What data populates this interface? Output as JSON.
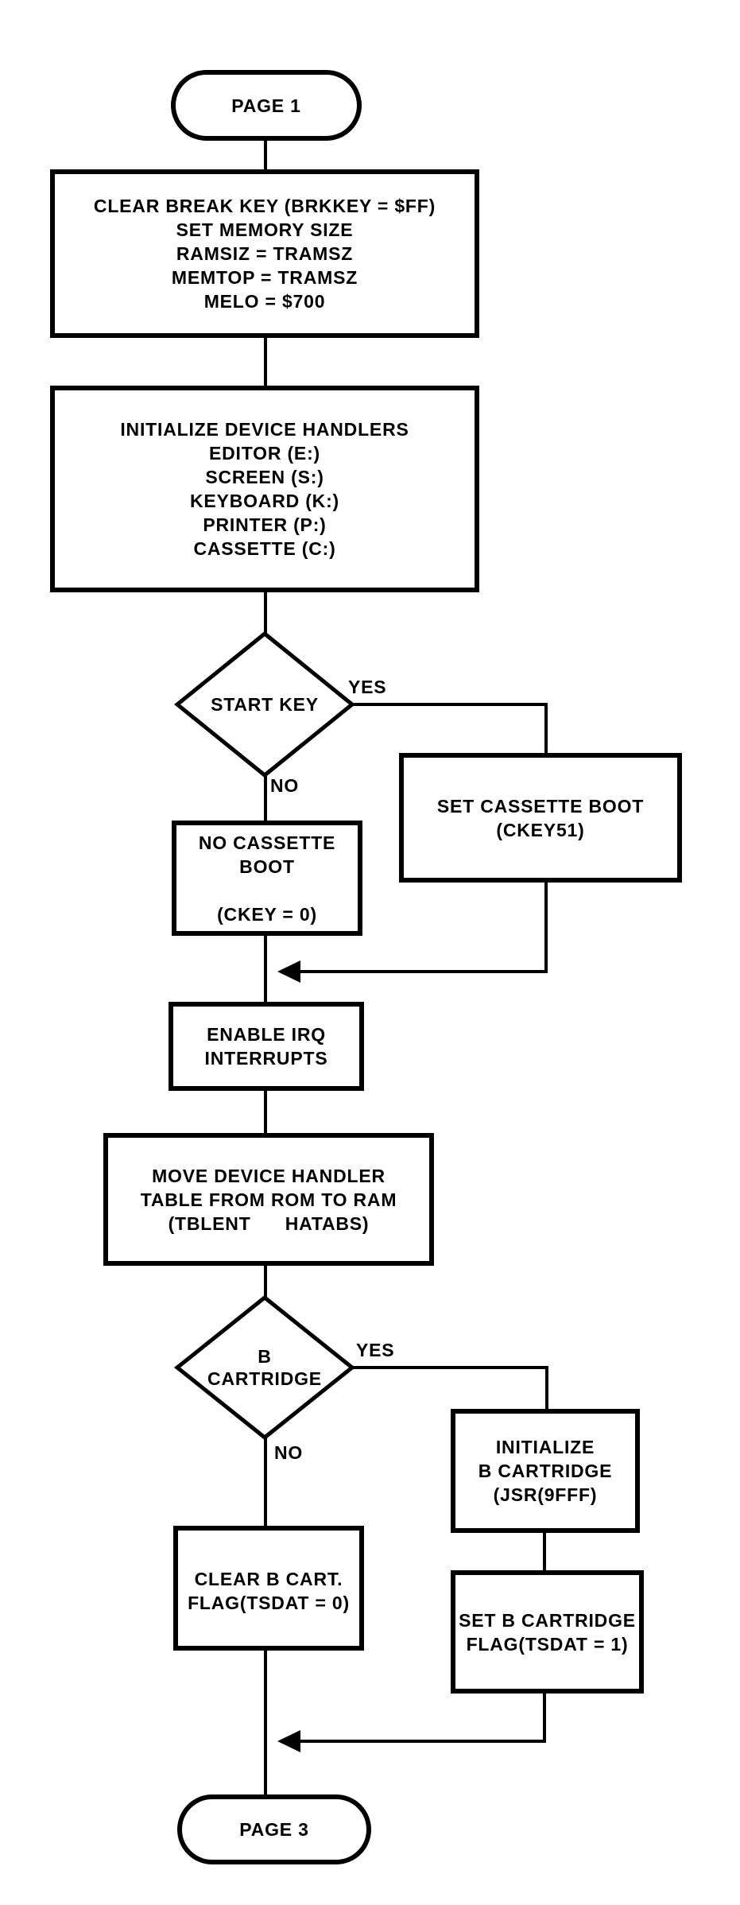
{
  "flowchart": {
    "entry_terminal": {
      "label": "PAGE 1"
    },
    "exit_terminal": {
      "label": "PAGE 3"
    },
    "process_clear_break": {
      "lines": [
        "CLEAR BREAK KEY (BRKKEY = $FF)",
        "SET MEMORY SIZE",
        "RAMSIZ = TRAMSZ",
        "MEMTOP = TRAMSZ",
        "MELO = $700"
      ]
    },
    "process_init_handlers": {
      "lines": [
        "INITIALIZE DEVICE HANDLERS",
        "EDITOR (E:)",
        "SCREEN (S:)",
        "KEYBOARD (K:)",
        "PRINTER (P:)",
        "CASSETTE (C:)"
      ]
    },
    "decision_start_key": {
      "label": "START KEY",
      "yes_label": "YES",
      "no_label": "NO"
    },
    "process_set_cassette": {
      "lines": [
        "SET CASSETTE BOOT",
        "(CKEY51)"
      ]
    },
    "process_no_cassette": {
      "lines": [
        "NO CASSETTE",
        "BOOT",
        "",
        "(CKEY = 0)"
      ]
    },
    "process_enable_irq": {
      "lines": [
        "ENABLE IRQ",
        "INTERRUPTS"
      ]
    },
    "process_move_table": {
      "lines": [
        "MOVE DEVICE HANDLER",
        "TABLE FROM ROM TO RAM",
        "(TBLENT      HATABS)"
      ]
    },
    "decision_b_cartridge": {
      "line1": "B",
      "line2": "CARTRIDGE",
      "yes_label": "YES",
      "no_label": "NO"
    },
    "process_init_bcart": {
      "lines": [
        "INITIALIZE",
        "B CARTRIDGE",
        "(JSR(9FFF)"
      ]
    },
    "process_set_bcart": {
      "lines": [
        "SET B CARTRIDGE",
        "FLAG(TSDAT = 1)"
      ]
    },
    "process_clear_bcart": {
      "lines": [
        "CLEAR B CART.",
        "FLAG(TSDAT = 0)"
      ]
    },
    "colors": {
      "ink": "#000000",
      "paper": "#ffffff"
    }
  }
}
